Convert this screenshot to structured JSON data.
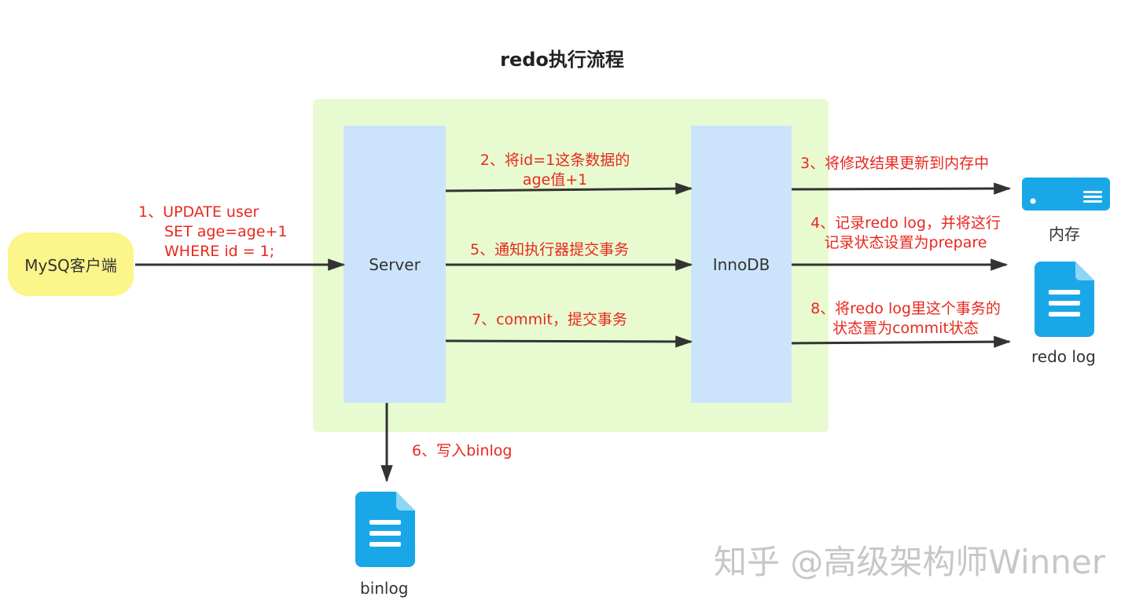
{
  "title": "redo执行流程",
  "nodes": {
    "client": "MySQ客户端",
    "server": "Server",
    "innodb": "InnoDB",
    "memory": "内存",
    "redo_log": "redo log",
    "binlog": "binlog"
  },
  "steps": {
    "step1": [
      "1、UPDATE user",
      "SET age=age+1",
      "WHERE id = 1;"
    ],
    "step2": [
      "2、将id=1这条数据的",
      "age值+1"
    ],
    "step3": "3、将修改结果更新到内存中",
    "step4": [
      "4、记录redo log，并将这行",
      "记录状态设置为prepare"
    ],
    "step5": "5、通知执行器提交事务",
    "step6": "6、写入binlog",
    "step7": "7、commit，提交事务",
    "step8": [
      "8、将redo log里这个事务的",
      "状态置为commit状态"
    ]
  },
  "watermark": "知乎 @高级架构师Winner",
  "colors": {
    "panel": "#e8fbd0",
    "column": "#cce4fb",
    "client": "#fbf58a",
    "step_text": "#e8281e",
    "icon": "#1aa7e8"
  },
  "icons": {
    "memory": "server-icon",
    "redo_log": "document-icon",
    "binlog": "document-icon"
  }
}
